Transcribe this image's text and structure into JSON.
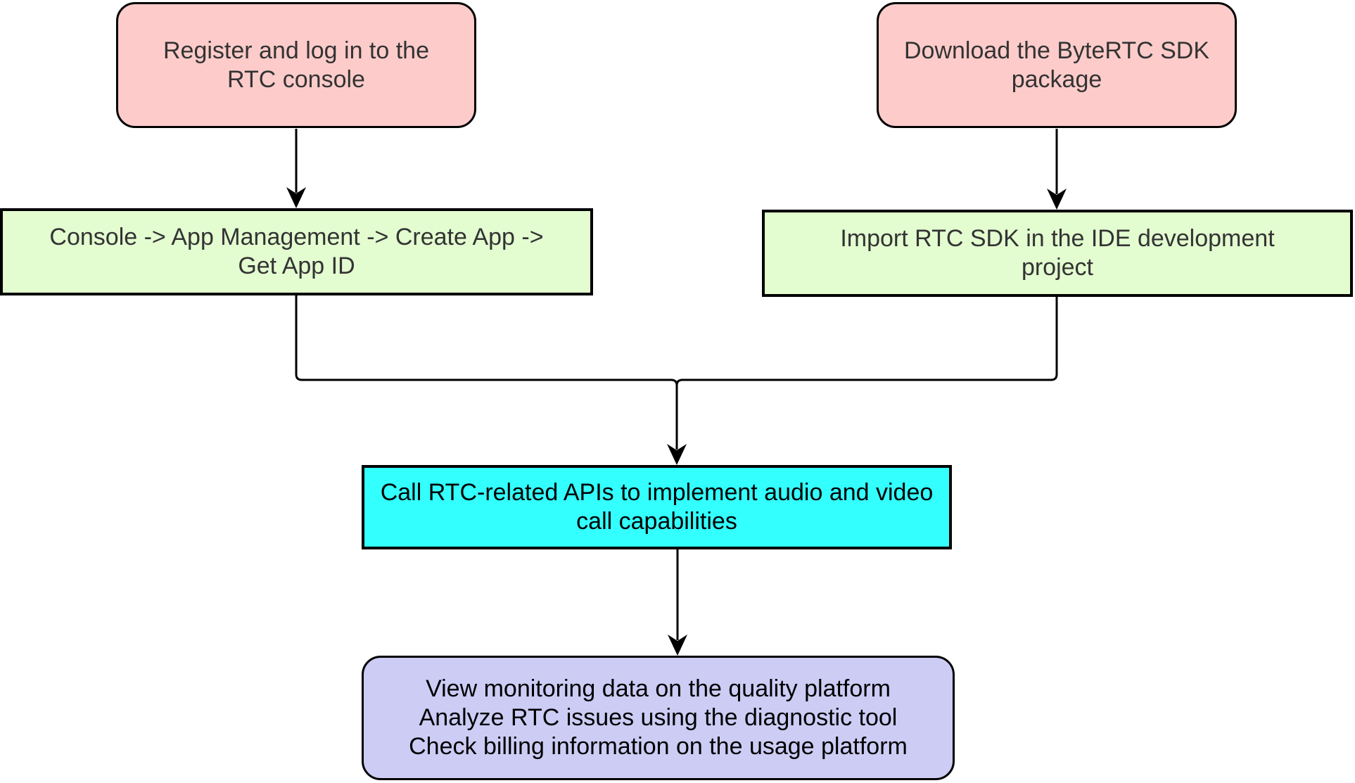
{
  "diagram": {
    "type": "flowchart",
    "edge_color": "#000000",
    "nodes": {
      "register": {
        "label": "Register and log in to the\nRTC console",
        "fill": "#FDCCCA",
        "text_color": "#333333",
        "shape": "rounded"
      },
      "download": {
        "label": "Download the ByteRTC SDK\npackage",
        "fill": "#FDCCCA",
        "text_color": "#333333",
        "shape": "rounded"
      },
      "console_path": {
        "label": "Console -> App Management -> Create App ->\nGet App ID",
        "fill": "#E3FCD0",
        "text_color": "#333333",
        "shape": "rect"
      },
      "import_sdk": {
        "label": "Import RTC SDK in the IDE development\nproject",
        "fill": "#E3FCD0",
        "text_color": "#333333",
        "shape": "rect"
      },
      "call_apis": {
        "label": "Call RTC-related APIs to implement audio and video\ncall capabilities",
        "fill": "#33FFFF",
        "text_color": "#000000",
        "shape": "rect"
      },
      "platform": {
        "label": "View monitoring data on the quality platform\nAnalyze RTC issues using the diagnostic tool\nCheck billing information on the usage platform",
        "fill": "#CCCCF5",
        "text_color": "#000000",
        "shape": "rounded"
      }
    },
    "edges": [
      {
        "from": "register",
        "to": "console_path"
      },
      {
        "from": "download",
        "to": "import_sdk"
      },
      {
        "from": "console_path",
        "to": "call_apis"
      },
      {
        "from": "import_sdk",
        "to": "call_apis"
      },
      {
        "from": "call_apis",
        "to": "platform"
      }
    ]
  }
}
